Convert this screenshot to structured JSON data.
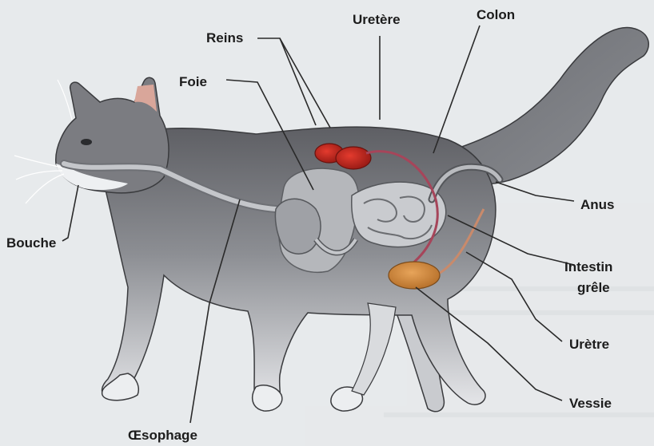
{
  "labels": {
    "reins": "Reins",
    "uretere": "Uretère",
    "colon": "Colon",
    "foie": "Foie",
    "anus": "Anus",
    "intestin_line1": "Intestin",
    "intestin_line2": "grêle",
    "uretre": "Urètre",
    "vessie": "Vessie",
    "bouche": "Bouche",
    "oesophage": "Œsophage"
  }
}
